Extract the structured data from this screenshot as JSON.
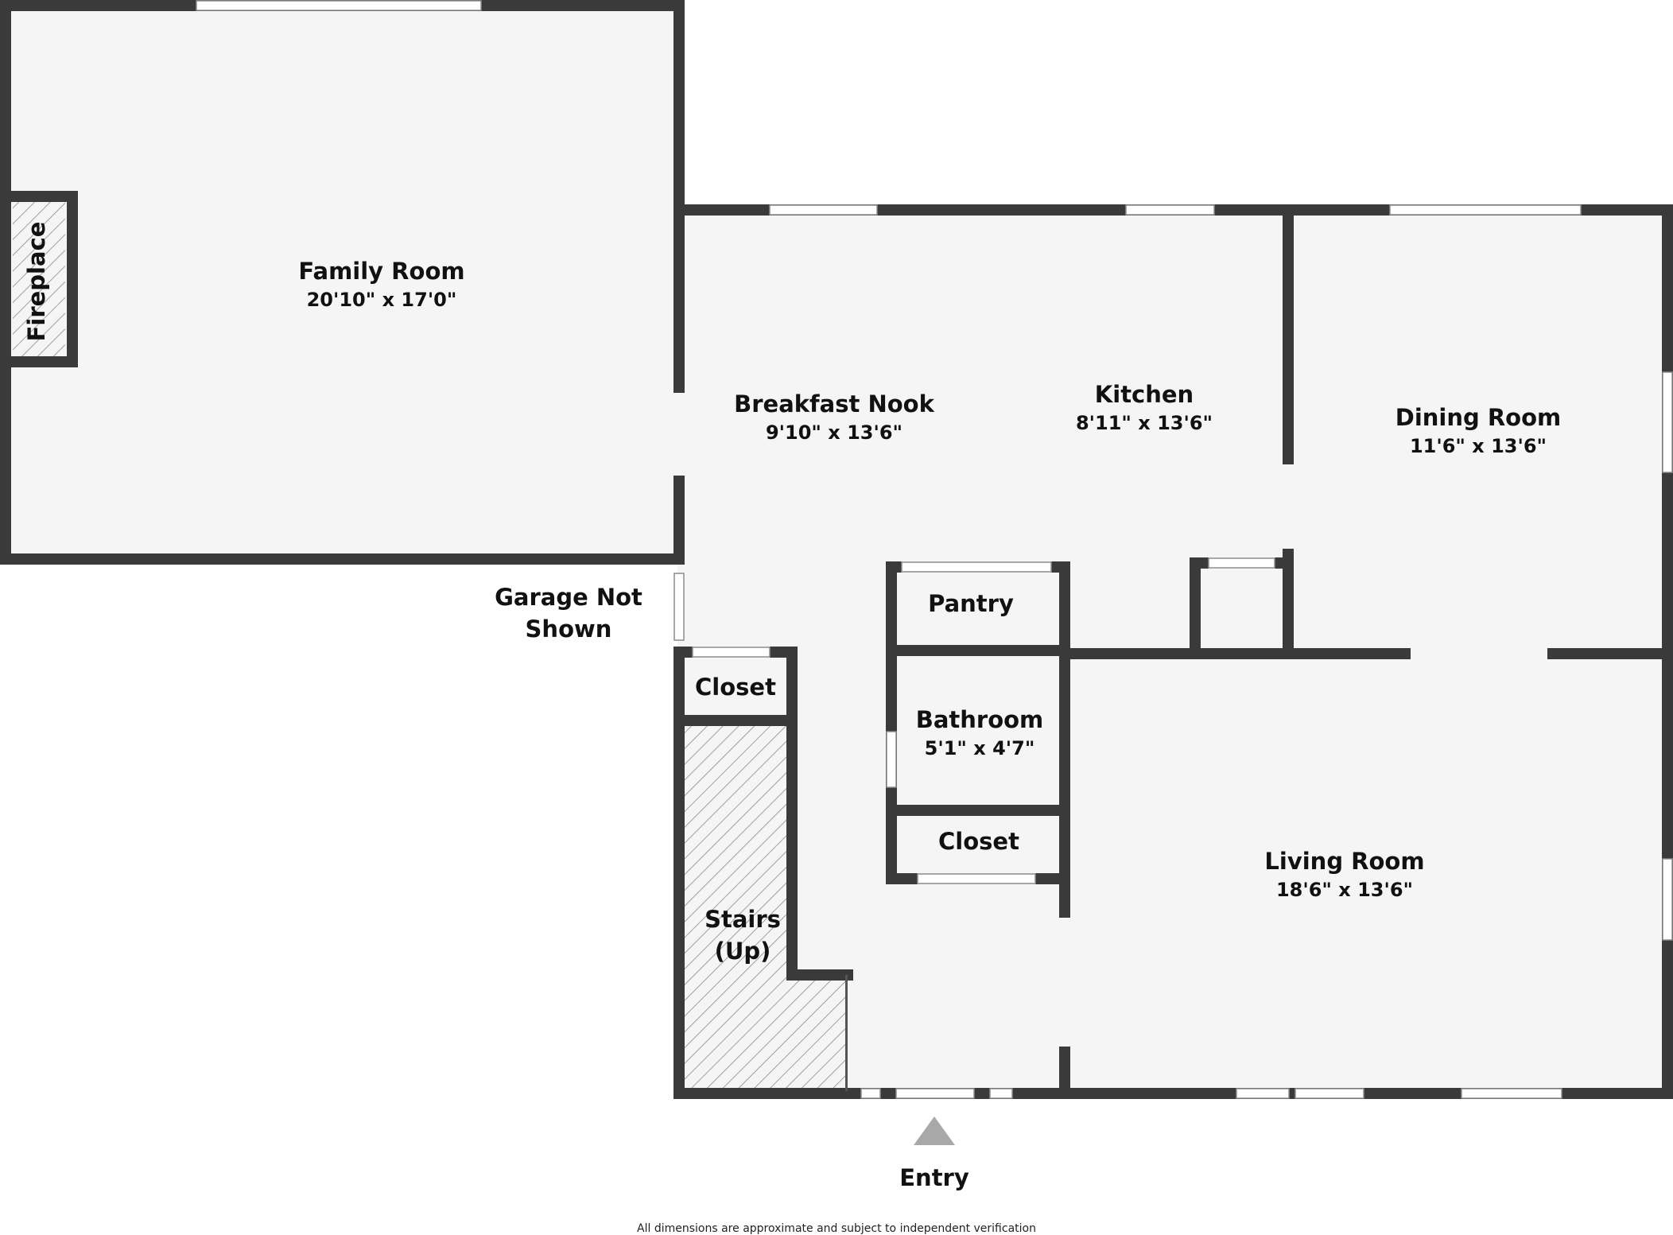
{
  "rooms": {
    "family_room": {
      "name": "Family Room",
      "dims": "20'10\" x 17'0\""
    },
    "breakfast_nook": {
      "name": "Breakfast Nook",
      "dims": "9'10\" x 13'6\""
    },
    "kitchen": {
      "name": "Kitchen",
      "dims": "8'11\" x 13'6\""
    },
    "dining_room": {
      "name": "Dining Room",
      "dims": "11'6\" x 13'6\""
    },
    "living_room": {
      "name": "Living Room",
      "dims": "18'6\" x 13'6\""
    },
    "bathroom": {
      "name": "Bathroom",
      "dims": "5'1\" x 4'7\""
    },
    "pantry": {
      "name": "Pantry"
    },
    "closet_upper": {
      "name": "Closet"
    },
    "closet_lower": {
      "name": "Closet"
    },
    "stairs": {
      "line1": "Stairs",
      "line2": "(Up)"
    },
    "fireplace": {
      "name": "Fireplace"
    }
  },
  "garage_note": {
    "line1": "Garage Not",
    "line2": "Shown"
  },
  "entry_label": "Entry",
  "footer_note": "All dimensions are approximate and subject to independent verification",
  "colors": {
    "wall": "#3a3a3a",
    "floor": "#f5f5f5",
    "window": "#ffffff",
    "hatch": "#8a8a8a",
    "entry_marker": "#a8a8a8"
  }
}
